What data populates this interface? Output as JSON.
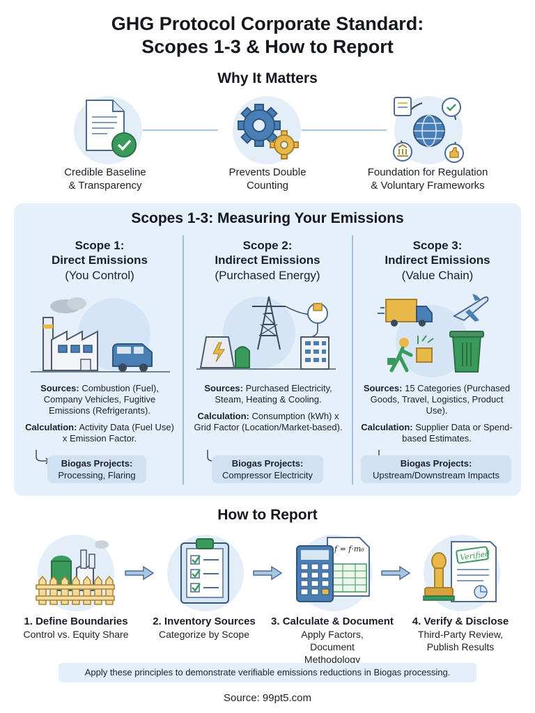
{
  "title_line1": "GHG Protocol Corporate Standard:",
  "title_line2": "Scopes 1-3 & How to Report",
  "why": {
    "heading": "Why It Matters",
    "items": [
      {
        "label1": "Credible Baseline",
        "label2": "& Transparency",
        "icon": "document-check-icon"
      },
      {
        "label1": "Prevents Double",
        "label2": "Counting",
        "icon": "gears-icon"
      },
      {
        "label1": "Foundation for Regulation",
        "label2": "& Voluntary Frameworks",
        "icon": "globe-network-icon"
      }
    ]
  },
  "scopes": {
    "heading": "Scopes 1-3: Measuring Your Emissions",
    "items": [
      {
        "title1": "Scope 1:",
        "title2": "Direct Emissions",
        "sub": "(You Control)",
        "sources_label": "Sources:",
        "sources": "Combustion (Fuel), Company Vehicles, Fugitive Emissions (Refrigerants).",
        "calc_label": "Calculation:",
        "calc": "Activity Data (Fuel Use) x Emission Factor.",
        "biogas_label": "Biogas Projects:",
        "biogas": "Processing, Flaring",
        "icon": "factory-van-icon"
      },
      {
        "title1": "Scope 2:",
        "title2": "Indirect Emissions",
        "sub": "(Purchased Energy)",
        "sources_label": "Sources:",
        "sources": "Purchased Electricity, Steam, Heating & Cooling.",
        "calc_label": "Calculation:",
        "calc": "Consumption (kWh) x Grid Factor (Location/Market-based).",
        "biogas_label": "Biogas Projects:",
        "biogas": "Compressor Electricity",
        "icon": "power-grid-icon"
      },
      {
        "title1": "Scope 3:",
        "title2": "Indirect Emissions",
        "sub": "(Value Chain)",
        "sources_label": "Sources:",
        "sources": "15 Categories (Purchased Goods, Travel, Logistics, Product Use).",
        "calc_label": "Calculation:",
        "calc": "Supplier Data or Spend-based Estimates.",
        "biogas_label": "Biogas Projects:",
        "biogas": "Upstream/Downstream Impacts",
        "icon": "value-chain-icon"
      }
    ]
  },
  "report": {
    "heading": "How to Report",
    "steps": [
      {
        "title": "1. Define Boundaries",
        "desc": "Control vs. Equity Share",
        "icon": "boundary-fence-icon"
      },
      {
        "title": "2. Inventory Sources",
        "desc": "Categorize by Scope",
        "icon": "clipboard-checklist-icon"
      },
      {
        "title": "3. Calculate & Document",
        "desc": "Apply Factors, Document Methodology",
        "icon": "calculator-spreadsheet-icon"
      },
      {
        "title": "4. Verify & Disclose",
        "desc": "Third-Party Review, Publish Results",
        "icon": "verified-stamp-icon"
      }
    ],
    "formula_text": "f = f·m₀",
    "verified_text": "Verified"
  },
  "footer": "Apply these principles to demonstrate verifiable emissions reductions in Biogas processing.",
  "source": "Source: 99pt5.com",
  "colors": {
    "panel": "#e6f0fa",
    "circle": "#e3eef9",
    "accent": "#4a7fb5",
    "green": "#3a9a5b",
    "gold": "#e8b84a"
  }
}
